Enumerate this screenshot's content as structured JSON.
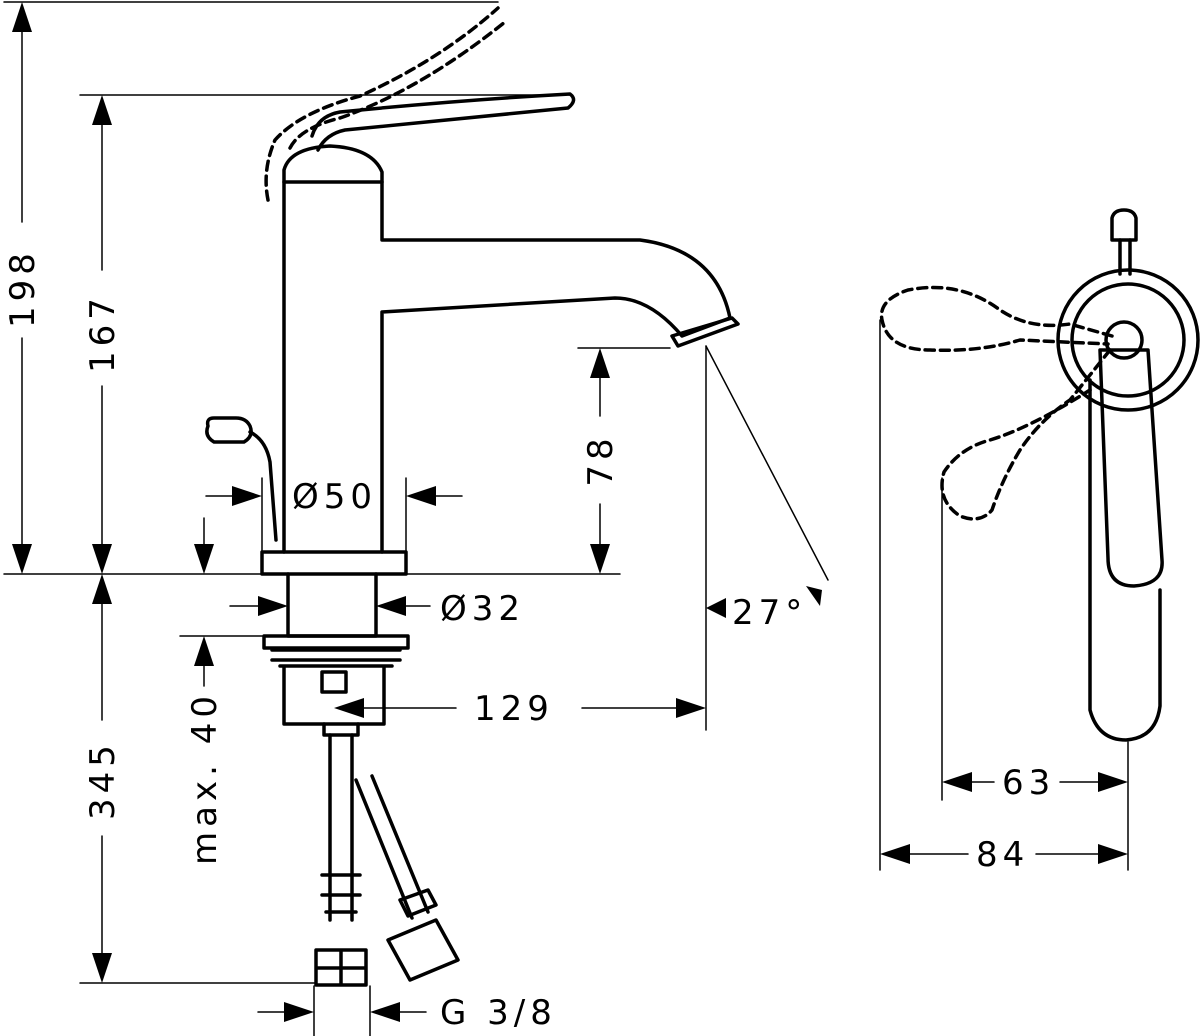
{
  "dimensions": {
    "height_total": "198",
    "height_body": "167",
    "spout_height": "78",
    "below_deck": "345",
    "max_deck": "max. 40",
    "dia_body": "Ø50",
    "dia_shank": "Ø32",
    "angle": "27°",
    "projection": "129",
    "connection": "G 3/8",
    "handle_63": "63",
    "handle_84": "84"
  },
  "colors": {
    "line": "#000000",
    "background": "#ffffff"
  }
}
